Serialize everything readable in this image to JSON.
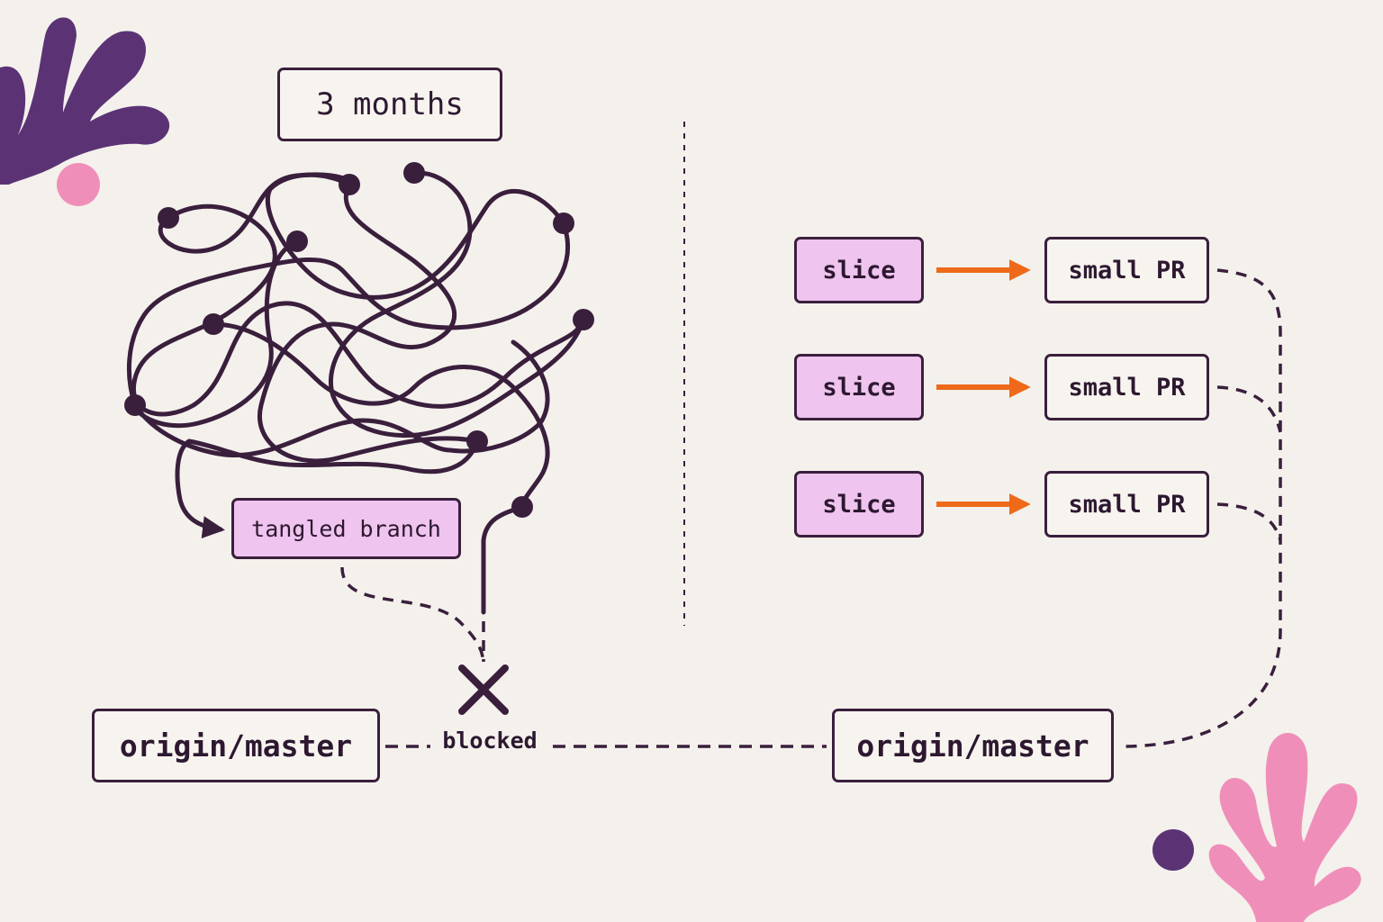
{
  "left_panel": {
    "duration_label": "3 months",
    "branch_label": "tangled branch",
    "blocked_label": "blocked",
    "target_label": "origin/master"
  },
  "right_panel": {
    "rows": [
      {
        "slice_label": "slice",
        "pr_label": "small PR"
      },
      {
        "slice_label": "slice",
        "pr_label": "small PR"
      },
      {
        "slice_label": "slice",
        "pr_label": "small PR"
      }
    ],
    "target_label": "origin/master"
  },
  "colors": {
    "background": "#f4f1ec",
    "ink": "#3a1f3d",
    "box_fill_pink": "#efc4ef",
    "arrow_orange": "#ee6a1a",
    "decor_purple": "#5b3375",
    "decor_pink": "#ef8fb9"
  },
  "icons": {
    "blocked": "x-cross-icon",
    "decor_top_left": "purple-coral-leaf",
    "decor_bottom_right": "pink-coral-leaf"
  }
}
